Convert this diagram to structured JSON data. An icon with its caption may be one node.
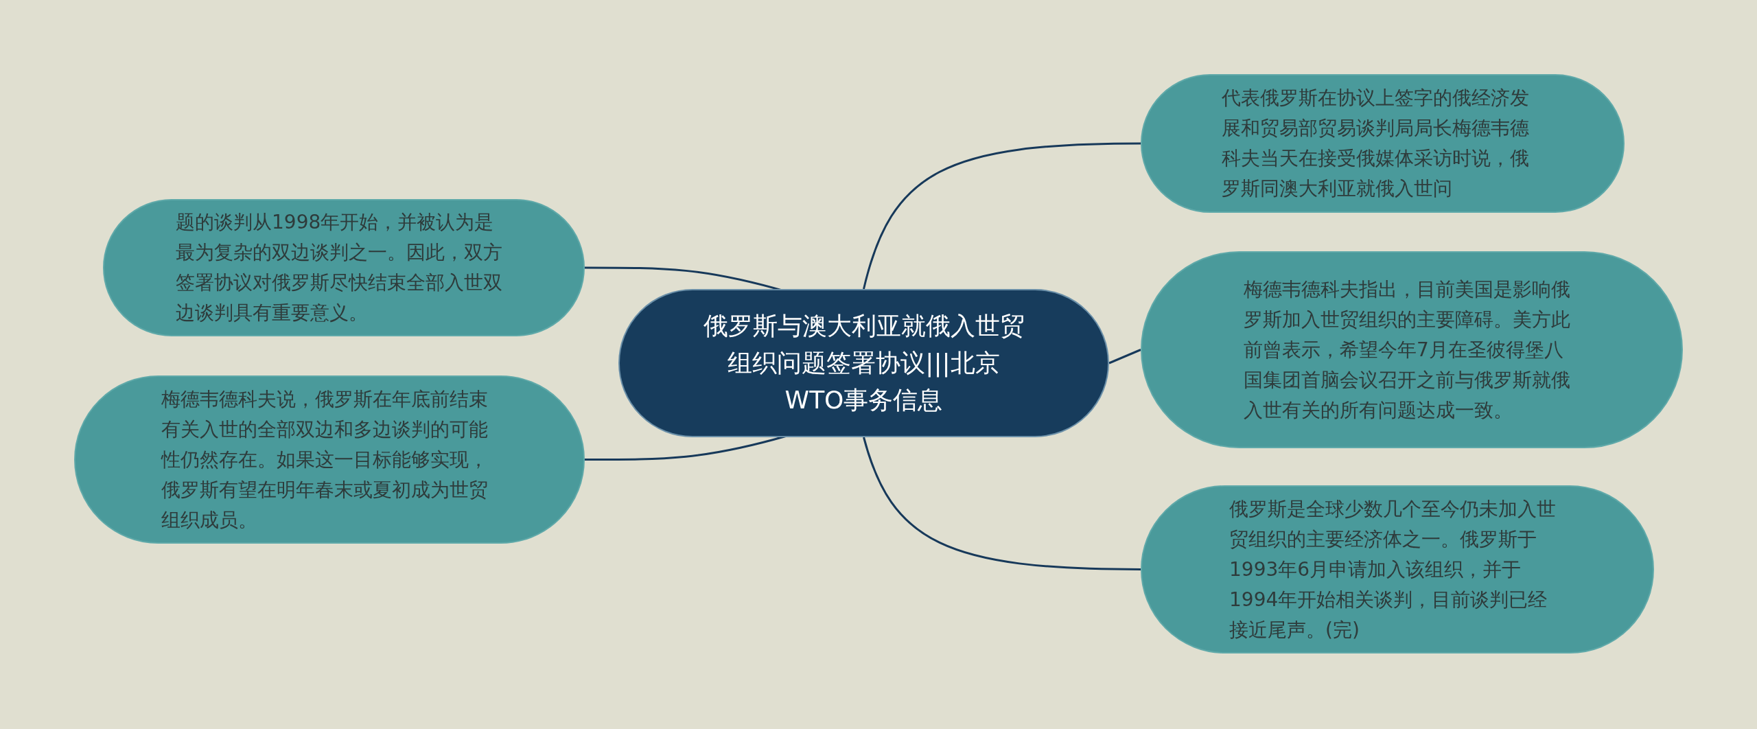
{
  "diagram": {
    "nodes": [
      {
        "text": [
          "俄罗斯与澳大利亚就俄入世贸组织问题签署协议|||北京WTO事务信息"
        ]
      },
      {
        "text": [
          "代表俄罗斯在协议上签字的俄经济发展和贸易部贸易谈判局局长梅德韦德科夫当天在接受俄媒体采访时说，俄罗斯同澳大利亚就俄入世问"
        ]
      },
      {
        "text": [
          "梅德韦德科夫指出，目前美国是影响俄罗斯加入世贸组织的主要障碍。美方此前曾表示，希望今年7月在圣彼得堡八国集团首脑会议召开之前与俄罗斯就俄入世有关的所有问题达成一致。"
        ]
      },
      {
        "text": [
          "俄罗斯是全球少数几个至今仍未加入世贸组织的主要经济体之一。俄罗斯于1993年6月申请加入该组织，并于1994年开始相关谈判，目前谈判已经接近尾声。(完)"
        ]
      },
      {
        "text": [
          "题的谈判从1998年开始，并被认为是最为复杂的双边谈判之一。因此，双方签署协议对俄罗斯尽快结束全部入世双边谈判具有重要意义。"
        ]
      },
      {
        "text": [
          "梅德韦德科夫说，俄罗斯在年底前结束有关入世的全部双边和多边谈判的可能性仍然存在。如果这一目标能够实现，俄罗斯有望在明年春末或夏初成为世贸组织成员。"
        ]
      }
    ],
    "edges": [
      {
        "from": 0,
        "to": 1,
        "arrow": "none"
      },
      {
        "from": 0,
        "to": 2,
        "arrow": "none"
      },
      {
        "from": 0,
        "to": 3,
        "arrow": "none"
      },
      {
        "from": 0,
        "to": 4,
        "arrow": "none"
      },
      {
        "from": 0,
        "to": 5,
        "arrow": "none"
      }
    ]
  }
}
